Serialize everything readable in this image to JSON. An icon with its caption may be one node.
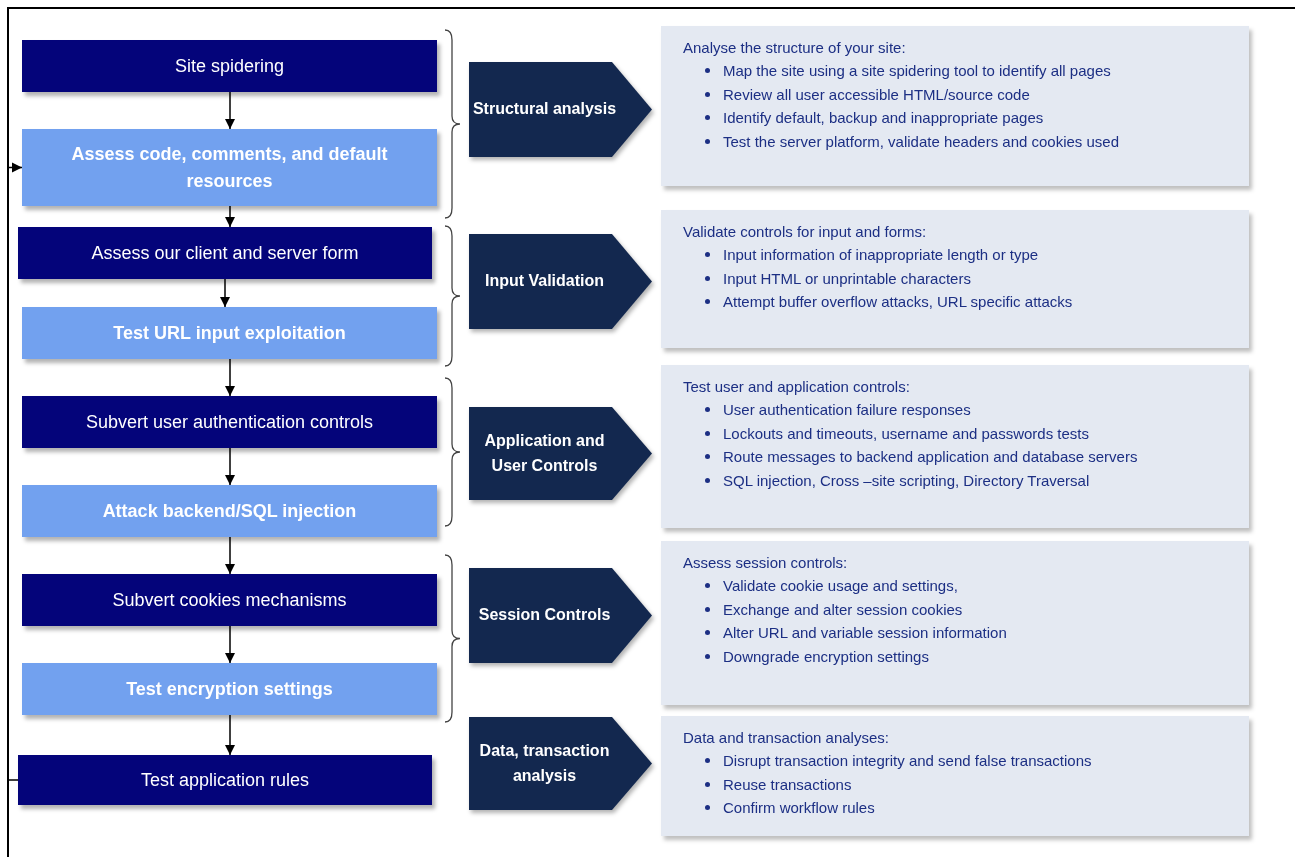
{
  "diagram": {
    "nodes": [
      {
        "text": [
          "Site spidering"
        ]
      },
      {
        "text": [
          "Assess code, comments, and default resources"
        ]
      },
      {
        "text": [
          "Assess our client and server form"
        ]
      },
      {
        "text": [
          "Test URL input exploitation"
        ]
      },
      {
        "text": [
          "Subvert user authentication controls"
        ]
      },
      {
        "text": [
          "Attack backend/SQL injection"
        ]
      },
      {
        "text": [
          "Subvert cookies mechanisms"
        ]
      },
      {
        "text": [
          "Test encryption settings"
        ]
      },
      {
        "text": [
          "Test application rules"
        ]
      },
      {
        "text": [
          "Structural analysis"
        ]
      },
      {
        "text": [
          "Input Validation"
        ]
      },
      {
        "text": [
          "Application and User Controls"
        ]
      },
      {
        "text": [
          "Session Controls"
        ]
      },
      {
        "text": [
          "Data, transaction analysis"
        ]
      },
      {
        "text": [
          "Analyse the structure of your site:",
          "Map the site using a site spidering tool to identify all pages",
          "Review all user accessible HTML/source code",
          "Identify default, backup and inappropriate pages",
          "Test the server platform, validate headers and cookies used"
        ]
      },
      {
        "text": [
          "Validate controls for input and forms:",
          "Input information of inappropriate length or type",
          "Input HTML or unprintable characters",
          "Attempt buffer overflow attacks, URL specific attacks"
        ]
      },
      {
        "text": [
          "Test user and application controls:",
          "User authentication failure responses",
          "Lockouts and timeouts, username and passwords tests",
          "Route messages to backend application and database servers",
          "SQL injection, Cross –site scripting, Directory Traversal"
        ]
      },
      {
        "text": [
          "Assess session controls:",
          "Validate cookie usage and settings,",
          "Exchange and alter session cookies",
          "Alter URL and variable session information",
          "Downgrade encryption settings"
        ]
      },
      {
        "text": [
          "Data and transaction analyses:",
          "Disrupt transaction integrity and send false transactions",
          "Reuse transactions",
          "Confirm workflow rules"
        ]
      }
    ],
    "edges": [
      {
        "from": 0,
        "to": 1,
        "arrow": "to"
      },
      {
        "from": 1,
        "to": 2,
        "arrow": "to"
      },
      {
        "from": 2,
        "to": 3,
        "arrow": "to"
      },
      {
        "from": 3,
        "to": 4,
        "arrow": "to"
      },
      {
        "from": 4,
        "to": 5,
        "arrow": "to"
      },
      {
        "from": 5,
        "to": 6,
        "arrow": "to"
      },
      {
        "from": 6,
        "to": 7,
        "arrow": "to"
      },
      {
        "from": 7,
        "to": 8,
        "arrow": "to"
      },
      {
        "from": 8,
        "to": 1,
        "arrow": "to"
      }
    ]
  }
}
